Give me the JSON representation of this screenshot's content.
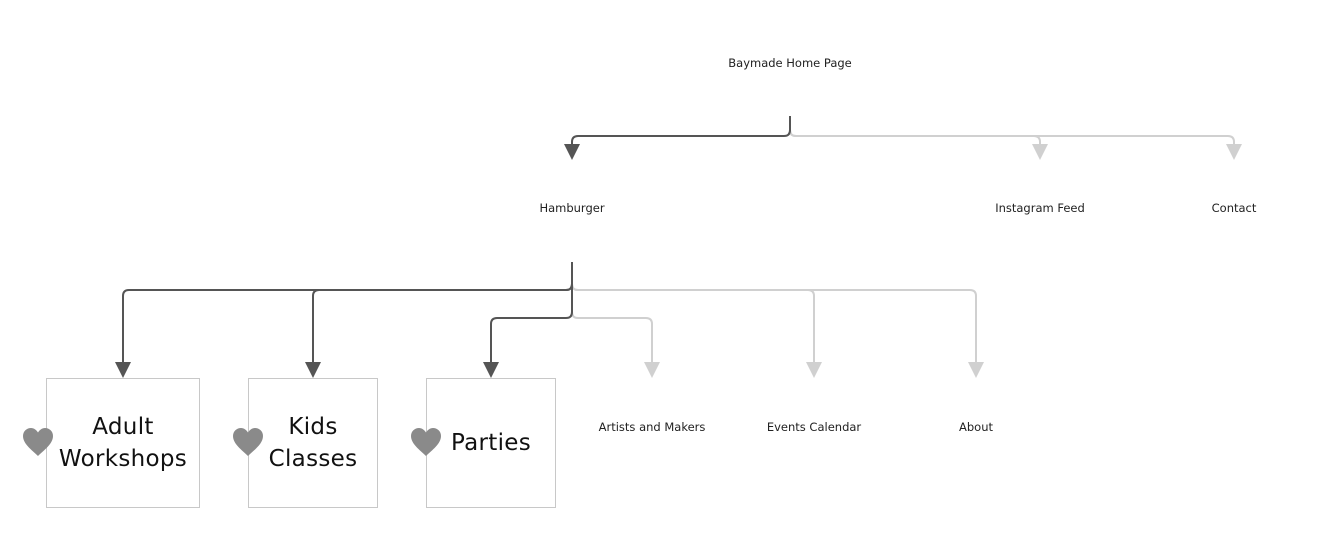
{
  "root": {
    "label": "Baymade Home Page"
  },
  "level1": [
    {
      "label": "Hamburger",
      "emphasized": true
    },
    {
      "label": "Instagram Feed",
      "emphasized": false
    },
    {
      "label": "Contact",
      "emphasized": false
    }
  ],
  "hamburger_children": [
    {
      "label": "Adult Workshops",
      "emphasized": true,
      "favorite": true,
      "icon": "heart-icon"
    },
    {
      "label": "Kids Classes",
      "emphasized": true,
      "favorite": true,
      "icon": "heart-icon"
    },
    {
      "label": "Parties",
      "emphasized": true,
      "favorite": true,
      "icon": "heart-icon"
    },
    {
      "label": "Artists and Makers",
      "emphasized": false
    },
    {
      "label": "Events Calendar",
      "emphasized": false
    },
    {
      "label": "About",
      "emphasized": false
    }
  ],
  "colors": {
    "emphasized_connector": "#555555",
    "muted_connector": "#d0d0d0",
    "heart": "#8a8a8a",
    "box_border": "#c8c8c8"
  }
}
